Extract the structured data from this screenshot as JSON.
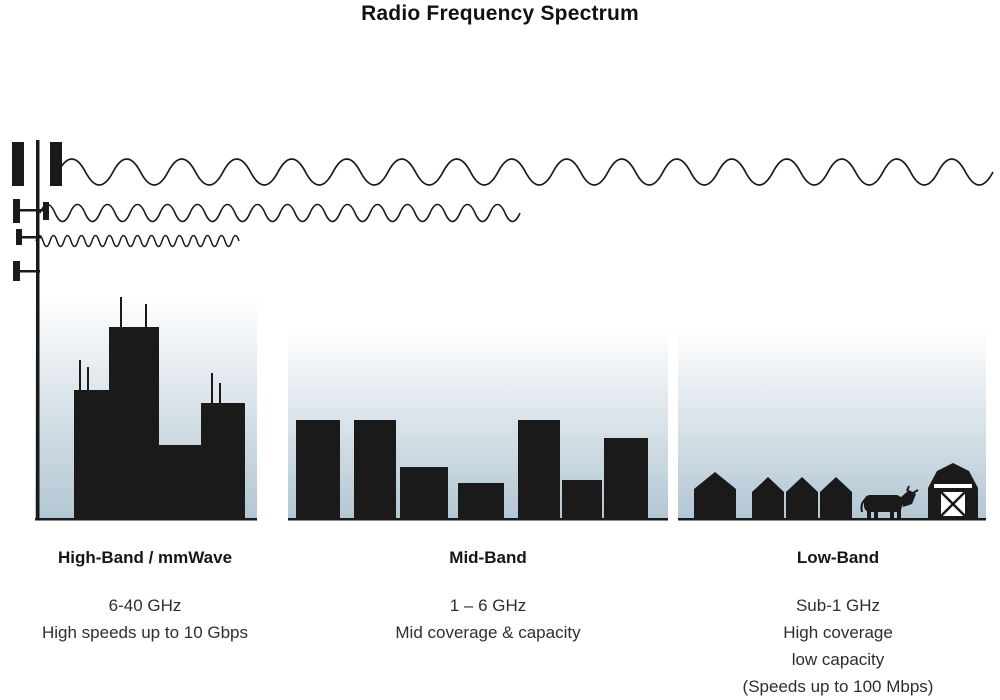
{
  "title": "Radio Frequency Spectrum",
  "bands": [
    {
      "name": "High-Band / mmWave",
      "lines": [
        "6-40 GHz",
        "High speeds up to 10 Gbps"
      ]
    },
    {
      "name": "Mid-Band",
      "lines": [
        "1 – 6 GHz",
        "Mid coverage & capacity"
      ]
    },
    {
      "name": "Low-Band",
      "lines": [
        "Sub-1 GHz",
        "High coverage",
        "low capacity",
        "(Speeds up to 100 Mbps)"
      ]
    }
  ],
  "icons": {
    "tower": "cell-tower-icon",
    "wave_top": "low-frequency-long-wave",
    "wave_middle": "mid-frequency-medium-wave",
    "wave_bottom": "high-frequency-short-wave",
    "high_band_scene": "skyscraper-city-icon",
    "mid_band_scene": "mid-rise-buildings-icon",
    "low_band_scene": "houses-cow-barn-icon"
  },
  "colors": {
    "ink": "#1a1a1a",
    "sky_top": "#ffffff",
    "sky_bottom": "#b2c6d3"
  }
}
